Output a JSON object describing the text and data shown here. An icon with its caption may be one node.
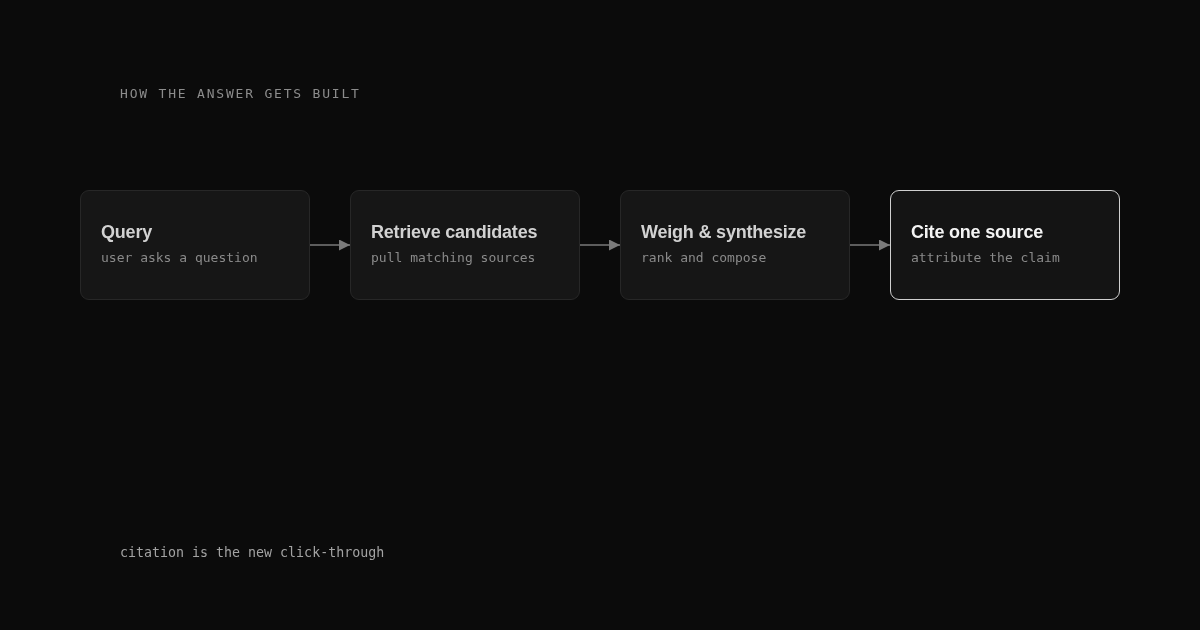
{
  "diagram": {
    "title": "HOW THE ANSWER GETS BUILT",
    "caption": "citation is the new click-through",
    "nodes": [
      {
        "text": [
          "Query",
          "user asks a question"
        ]
      },
      {
        "text": [
          "Retrieve candidates",
          "pull matching sources"
        ]
      },
      {
        "text": [
          "Weigh & synthesize",
          "rank and compose"
        ]
      },
      {
        "text": [
          "Cite one source",
          "attribute the claim"
        ]
      }
    ],
    "edges": [
      {
        "from": 0,
        "to": 1,
        "arrow": "to"
      },
      {
        "from": 1,
        "to": 2,
        "arrow": "to"
      },
      {
        "from": 2,
        "to": 3,
        "arrow": "to"
      }
    ]
  }
}
